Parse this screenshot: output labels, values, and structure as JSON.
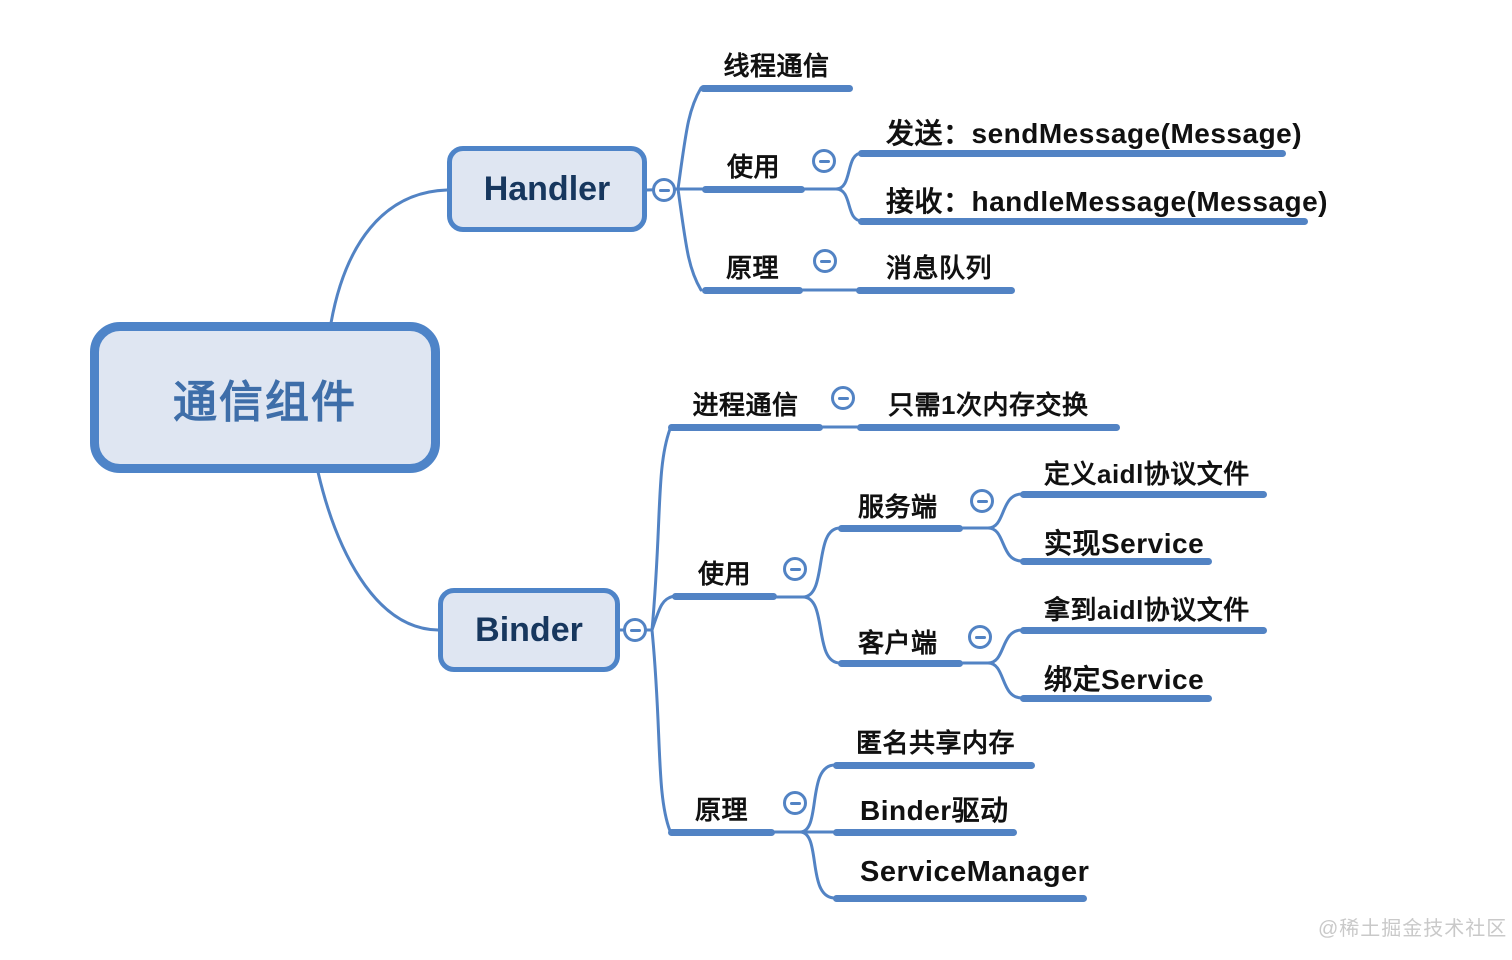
{
  "colors": {
    "accent_line": "#5283c4",
    "node_border": "#4e84c8",
    "node_fill": "#dfe6f2",
    "node_text": "#17375e",
    "root_text": "#3e6ea9",
    "label_text": "#111111",
    "watermark_text": "#c9c9c9"
  },
  "watermark": "@稀土掘金技术社区",
  "root": {
    "label": "通信组件"
  },
  "handler": {
    "label": "Handler",
    "thread": {
      "label": "线程通信"
    },
    "use": {
      "label": "使用",
      "send": {
        "label": "发送：sendMessage(Message)"
      },
      "receive": {
        "label": "接收：handleMessage(Message)"
      }
    },
    "principle": {
      "label": "原理",
      "queue": {
        "label": "消息队列"
      }
    }
  },
  "binder": {
    "label": "Binder",
    "ipc": {
      "label": "进程通信",
      "detail": {
        "label": "只需1次内存交换"
      }
    },
    "use": {
      "label": "使用",
      "server": {
        "label": "服务端",
        "aidl": {
          "label": "定义aidl协议文件"
        },
        "impl": {
          "label": "实现Service"
        }
      },
      "client": {
        "label": "客户端",
        "aidl": {
          "label": "拿到aidl协议文件"
        },
        "bind": {
          "label": "绑定Service"
        }
      }
    },
    "principle": {
      "label": "原理",
      "ashmem": {
        "label": "匿名共享内存"
      },
      "driver": {
        "label": "Binder驱动"
      },
      "sm": {
        "label": "ServiceManager"
      }
    }
  }
}
